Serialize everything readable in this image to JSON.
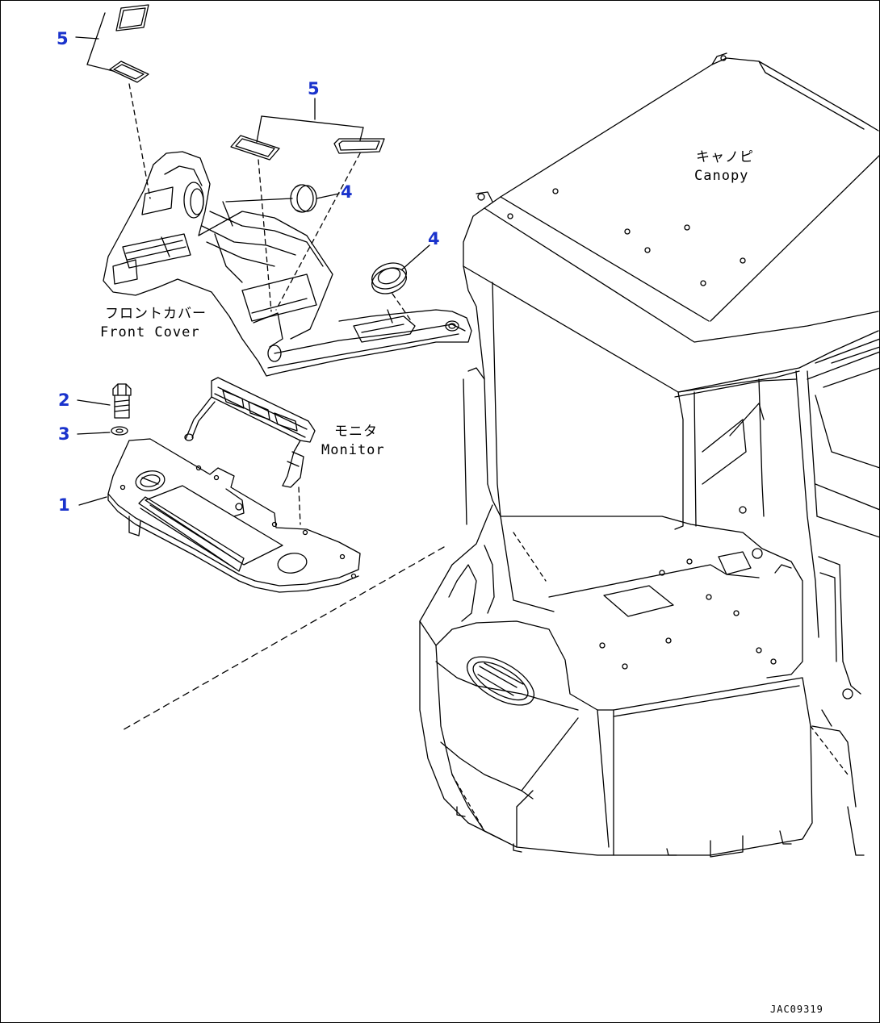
{
  "callouts": {
    "c1": "1",
    "c2": "2",
    "c3": "3",
    "c4a": "4",
    "c4b": "4",
    "c5a": "5",
    "c5b": "5"
  },
  "labels": {
    "canopy_jp": "キャノピ",
    "canopy_en": "Canopy",
    "front_cover_jp": "フロントカバー",
    "front_cover_en": "Front Cover",
    "monitor_jp": "モニタ",
    "monitor_en": "Monitor"
  },
  "drawing_id": "JAC09319",
  "colors": {
    "callout": "#1a33cc",
    "line": "#000000",
    "background": "#ffffff"
  }
}
